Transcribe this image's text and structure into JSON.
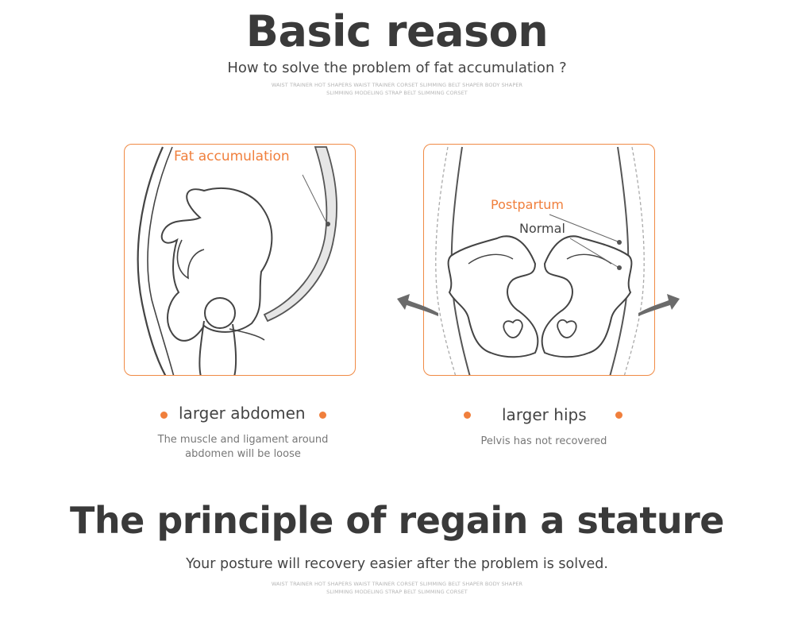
{
  "header": {
    "title": "Basic reason",
    "subtitle": "How to solve the problem of fat accumulation ?",
    "fine_print_line1": "WAIST TRAINER HOT SHAPERS WAIST TRAINER CORSET SLIMMING BELT SHAPER BODY SHAPER",
    "fine_print_line2": "SLIMMING MODELING STRAP BELT SLIMMING CORSET"
  },
  "left_panel": {
    "label": "Fat accumulation",
    "caption": "larger abdomen",
    "description_line1": "The muscle and ligament around",
    "description_line2": "abdomen will be loose"
  },
  "right_panel": {
    "label_postpartum": "Postpartum",
    "label_normal": "Normal",
    "caption": "larger hips",
    "description": "Pelvis has not recovered"
  },
  "footer": {
    "title": "The principle of regain a stature",
    "subtitle": "Your posture will recovery easier after the problem is solved.",
    "fine_print_line1": "WAIST TRAINER HOT SHAPERS WAIST TRAINER CORSET SLIMMING BELT SHAPER BODY SHAPER",
    "fine_print_line2": "SLIMMING MODELING STRAP BELT SLIMMING CORSET"
  },
  "colors": {
    "accent": "#f07f3c",
    "text": "#3a3a3a",
    "arrow": "#6b6b6b"
  },
  "icons": {
    "bullet": "orange-dot-icon",
    "expand_left": "curved-arrow-left-icon",
    "expand_right": "curved-arrow-right-icon"
  }
}
